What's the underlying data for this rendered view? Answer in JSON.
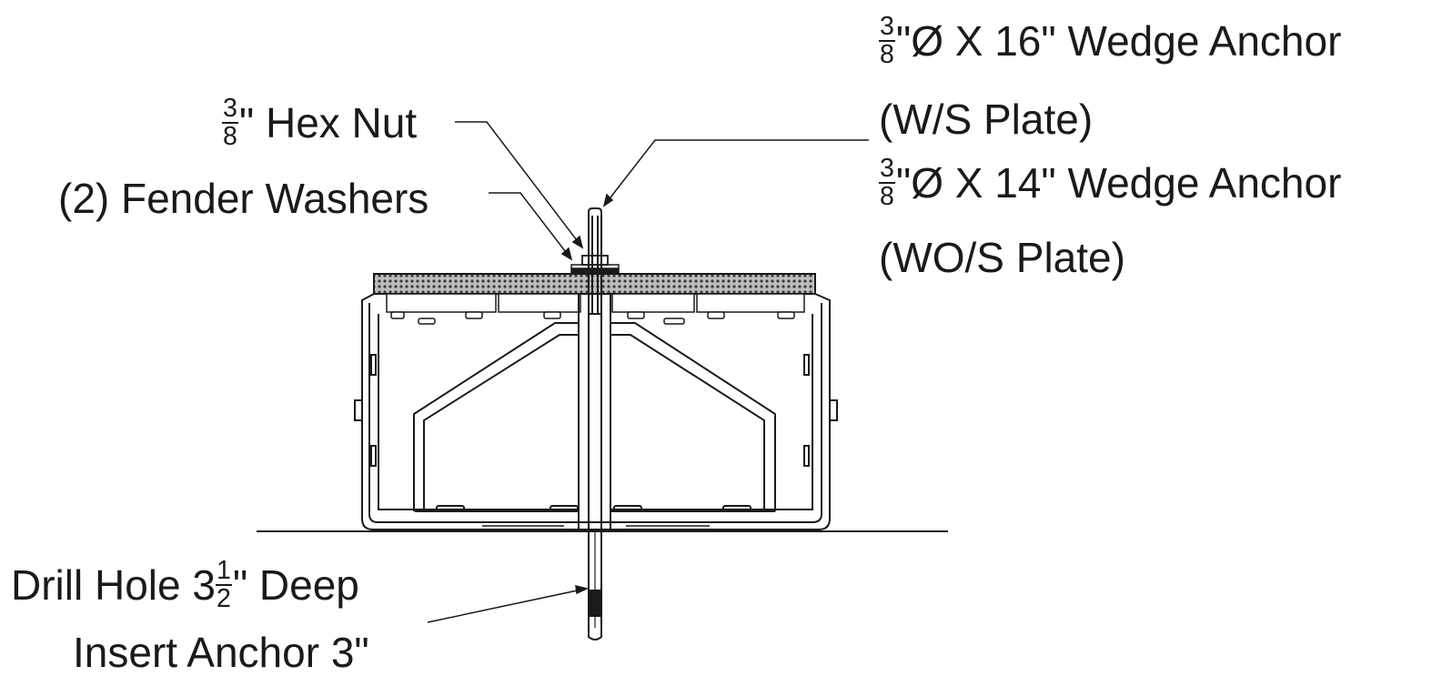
{
  "colors": {
    "line": "#1a1a1a",
    "text": "#1a1a1a",
    "background": "#ffffff"
  },
  "labels": {
    "hex_nut": {
      "frac_num": "3",
      "frac_den": "8",
      "text": "\" Hex Nut"
    },
    "fender_washers": {
      "text": "(2) Fender Washers"
    },
    "anchor_ws": {
      "frac_num": "3",
      "frac_den": "8",
      "text": "\"Ø X 16\" Wedge Anchor",
      "sub": "(W/S Plate)"
    },
    "anchor_wos": {
      "frac_num": "3",
      "frac_den": "8",
      "text": "\"Ø X 14\" Wedge Anchor",
      "sub": "(WO/S Plate)"
    },
    "drill_hole": {
      "prefix": "Drill Hole 3",
      "frac_num": "1",
      "frac_den": "2",
      "text": "\" Deep"
    },
    "insert_anchor": {
      "text": "Insert Anchor 3\""
    }
  }
}
